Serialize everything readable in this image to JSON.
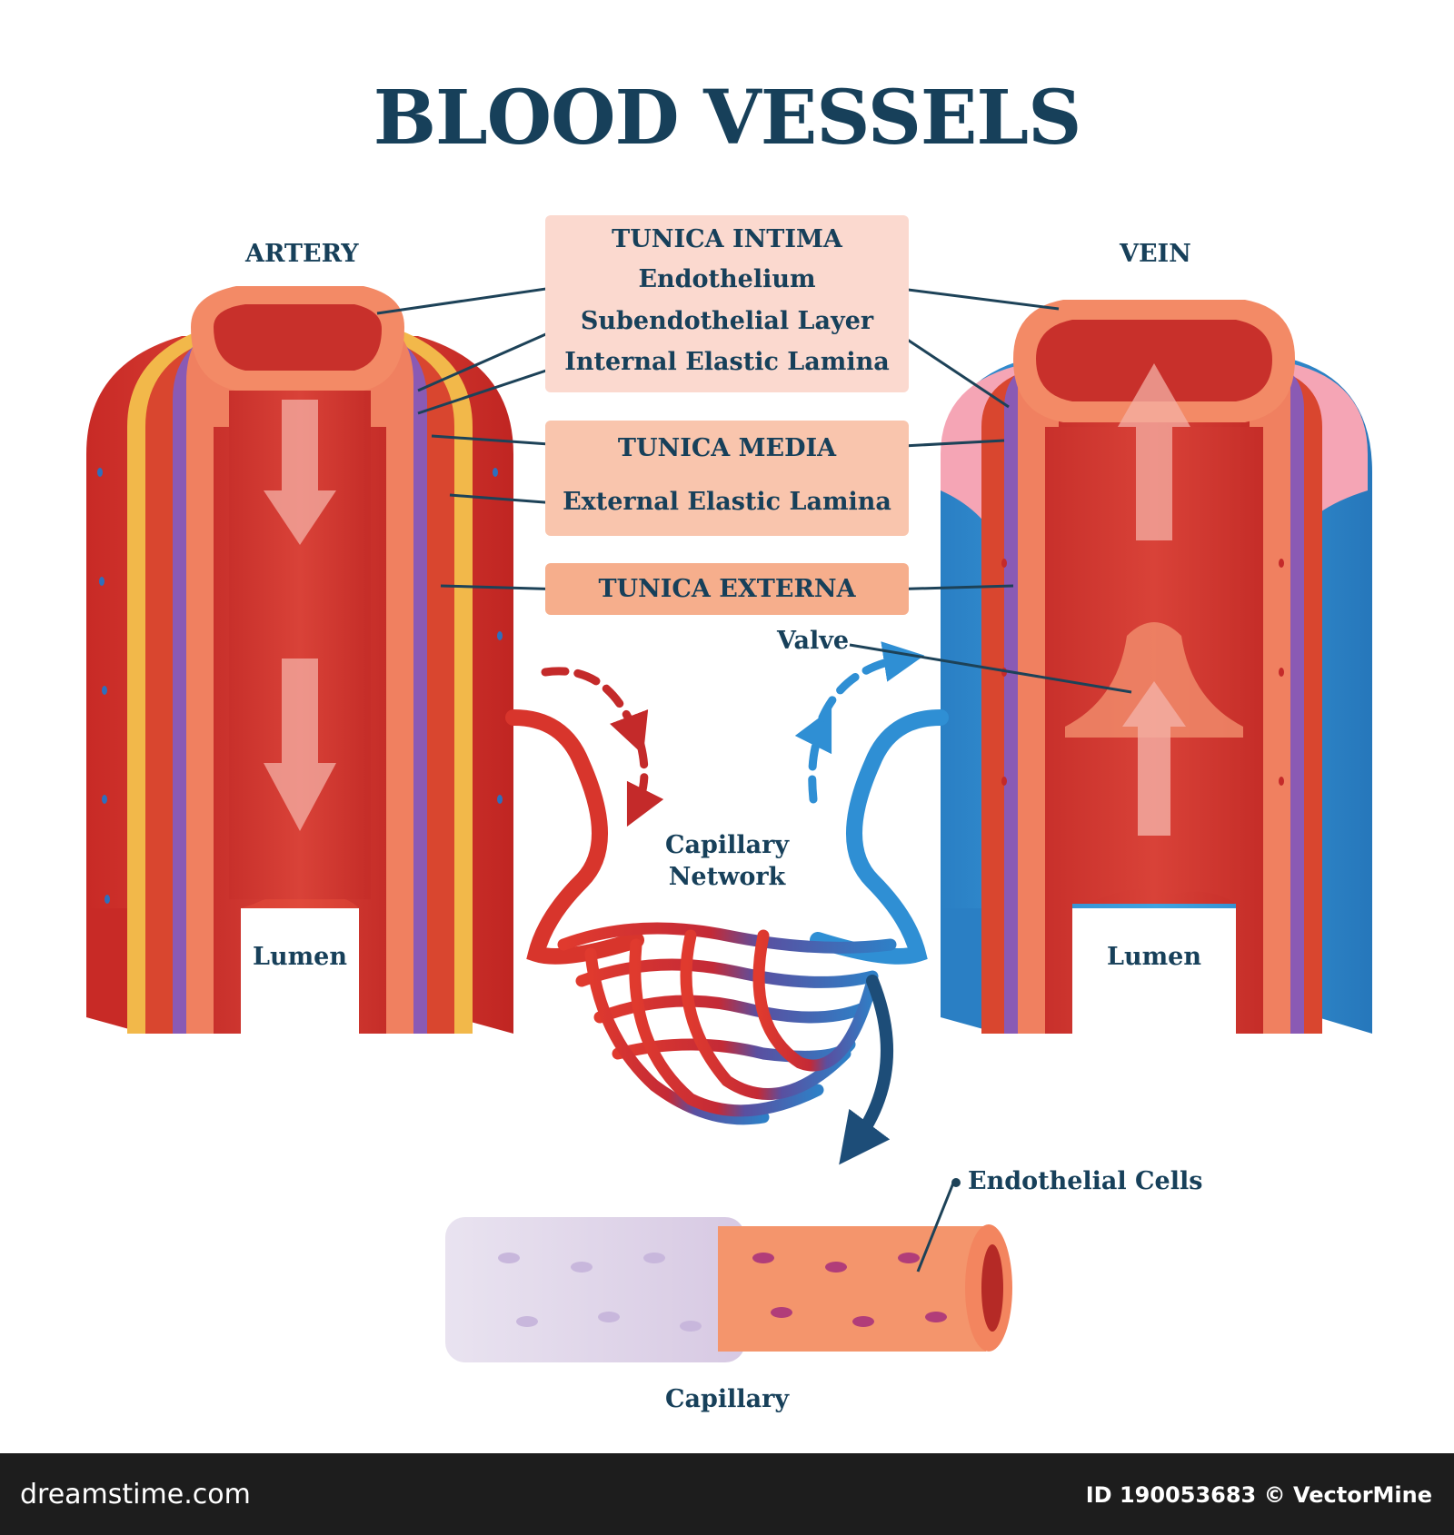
{
  "title": "BLOOD VESSELS",
  "vessels": {
    "artery": "ARTERY",
    "vein": "VEIN",
    "lumen_left": "Lumen",
    "lumen_right": "Lumen"
  },
  "layers": {
    "tunica_intima": "TUNICA INTIMA",
    "endothelium": "Endothelium",
    "subendothelial": "Subendothelial Layer",
    "internal_elastic": "Internal Elastic Lamina",
    "tunica_media": "TUNICA MEDIA",
    "external_elastic": "External Elastic Lamina",
    "tunica_externa": "TUNICA EXTERNA"
  },
  "labels": {
    "valve": "Valve",
    "capillary_network_line1": "Capillary",
    "capillary_network_line2": "Network",
    "endothelial_cells": "Endothelial Cells",
    "capillary": "Capillary"
  },
  "footer": {
    "site": "dreamstime.com",
    "credit": "ID 190053683 © VectorMine"
  },
  "colors": {
    "title": "#17405a",
    "artery_red": "#d8352c",
    "vein_blue": "#2f8fd4",
    "intima_box": "#fbd9cf",
    "media_box": "#f9c5ad",
    "externa_box": "#f6ae8c"
  }
}
